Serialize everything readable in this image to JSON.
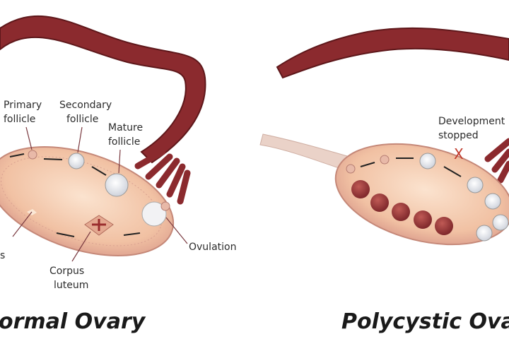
{
  "colors": {
    "tube": "#8b2a2e",
    "tube_dark": "#6a1c20",
    "ovary": "#f3c7a8",
    "ovary_rim": "#d8a08a",
    "cyst": "#9a3a3a",
    "ligament": "#ead2c8",
    "stopped_x": "#c0392b"
  },
  "normal": {
    "title": "ormal Ovary",
    "labels": {
      "primary_1": "Primary",
      "primary_2": "follicle",
      "secondary_1": "Secondary",
      "secondary_2": "follicle",
      "mature_1": "Mature",
      "mature_2": "follicle",
      "ovulation": "Ovulation",
      "albicans_partial": "s",
      "corpus_1": "Corpus",
      "corpus_2": "luteum"
    }
  },
  "polycystic": {
    "title": "Polycystic Ovary",
    "labels": {
      "development_1": "Development",
      "development_2": "stopped",
      "x_mark": "X"
    }
  }
}
